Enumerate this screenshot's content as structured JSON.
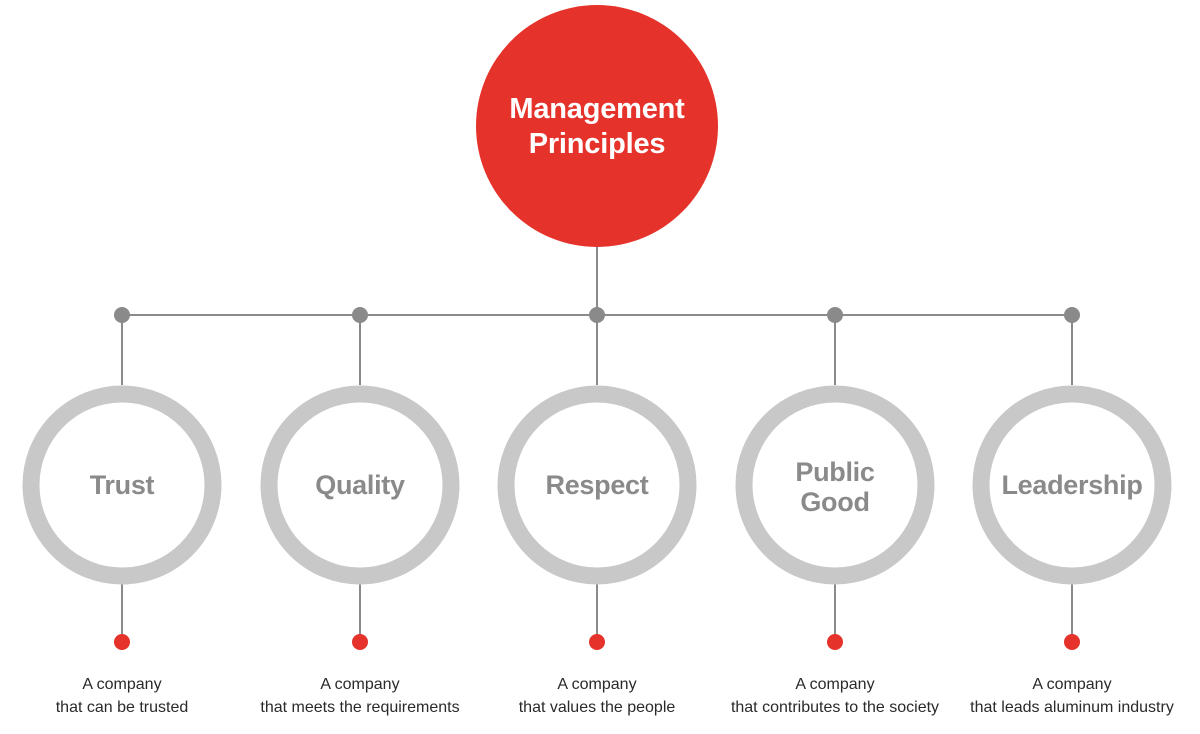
{
  "root": {
    "title_lines": [
      "Management",
      "Principles"
    ],
    "color": "#e5322a"
  },
  "colors": {
    "connector": "#8a8a8a",
    "ring": "#c8c8c8",
    "accent_dot": "#e5322a",
    "label": "#8a8a8a",
    "description": "#2a2a2a"
  },
  "principles": [
    {
      "label_lines": [
        "Trust"
      ],
      "description_lines": [
        "A company",
        "that can be trusted"
      ]
    },
    {
      "label_lines": [
        "Quality"
      ],
      "description_lines": [
        "A company",
        "that meets the requirements"
      ]
    },
    {
      "label_lines": [
        "Respect"
      ],
      "description_lines": [
        "A company",
        "that values the people"
      ]
    },
    {
      "label_lines": [
        "Public",
        "Good"
      ],
      "description_lines": [
        "A company",
        "that contributes to the society"
      ]
    },
    {
      "label_lines": [
        "Leadership"
      ],
      "description_lines": [
        "A company",
        "that leads aluminum industry"
      ]
    }
  ]
}
